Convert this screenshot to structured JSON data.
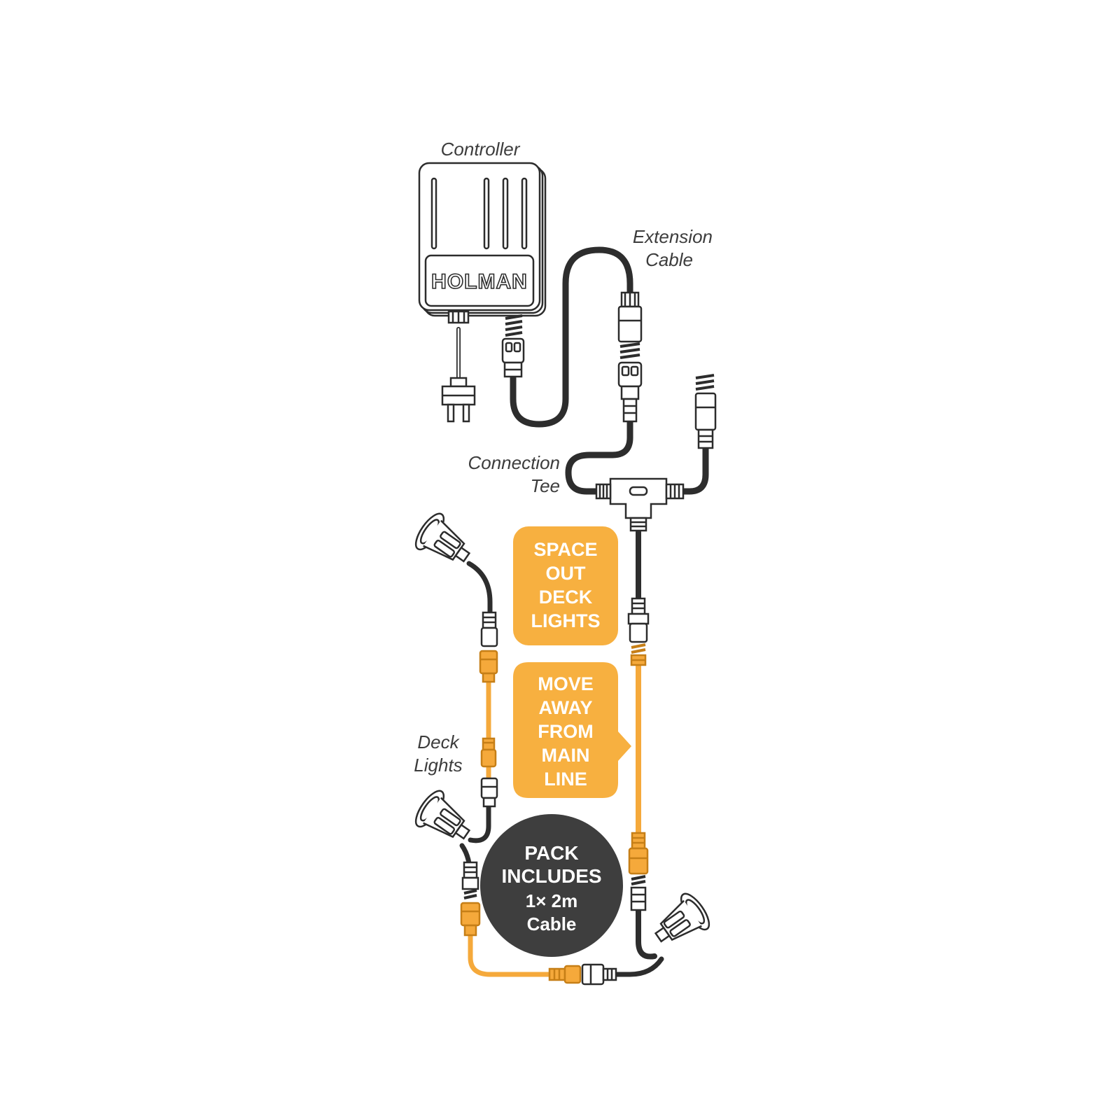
{
  "labels": {
    "controller": "Controller",
    "extension_line1": "Extension",
    "extension_line2": "Cable",
    "connection_line1": "Connection",
    "connection_line2": "Tee",
    "deck_line1": "Deck",
    "deck_line2": "Lights"
  },
  "brand": "HOLMAN",
  "callouts": {
    "space_out": [
      "SPACE",
      "OUT",
      "DECK",
      "LIGHTS"
    ],
    "move_away": [
      "MOVE",
      "AWAY",
      "FROM",
      "MAIN",
      "LINE"
    ]
  },
  "pack": {
    "line1": "PACK",
    "line2": "INCLUDES",
    "line3": "1× 2m",
    "line4": "Cable"
  },
  "colors": {
    "cable_dark": "#2d2d2d",
    "cable_orange": "#f5a93b",
    "callout_bg": "#f7b040",
    "pack_bg": "#3e3e3e",
    "outline": "#2c2c2c"
  }
}
